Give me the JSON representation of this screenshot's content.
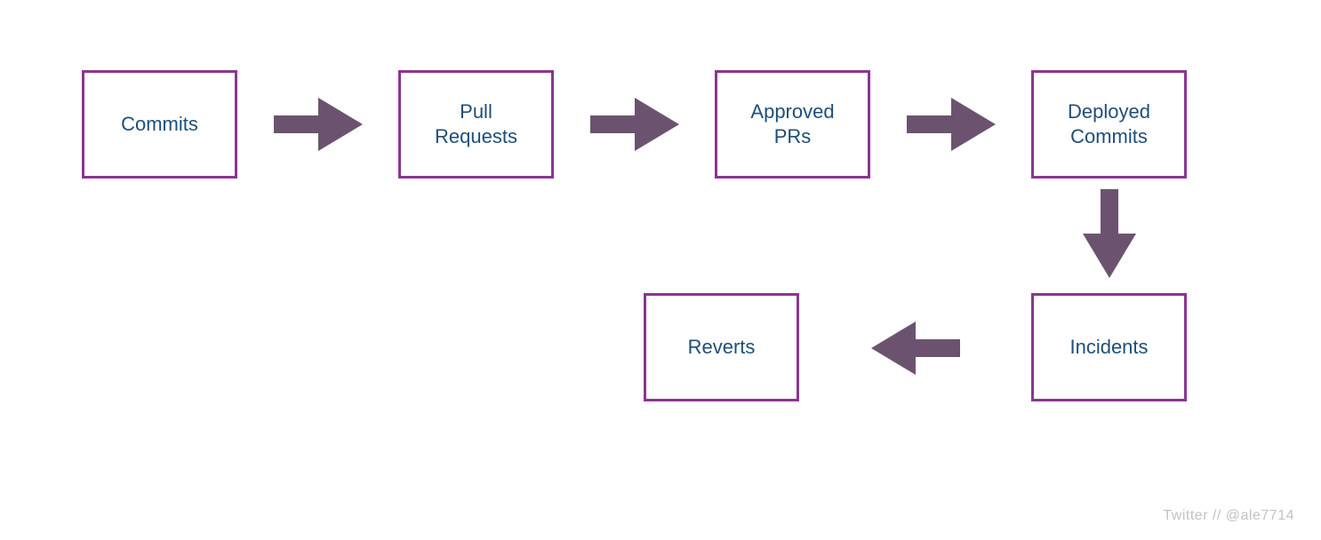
{
  "nodes": {
    "commits": "Commits",
    "pull_requests": "Pull\nRequests",
    "approved_prs": "Approved\nPRs",
    "deployed_commits": "Deployed\nCommits",
    "incidents": "Incidents",
    "reverts": "Reverts"
  },
  "edges": [
    {
      "from": "Commits",
      "to": "Pull Requests"
    },
    {
      "from": "Pull Requests",
      "to": "Approved PRs"
    },
    {
      "from": "Approved PRs",
      "to": "Deployed Commits"
    },
    {
      "from": "Deployed Commits",
      "to": "Incidents"
    },
    {
      "from": "Incidents",
      "to": "Reverts"
    }
  ],
  "credit": "Twitter // @ale7714",
  "colors": {
    "box_border": "#8a3591",
    "label_text": "#1f4e79",
    "arrow_fill": "#6b5370",
    "credit_text": "#c2c2c2"
  }
}
